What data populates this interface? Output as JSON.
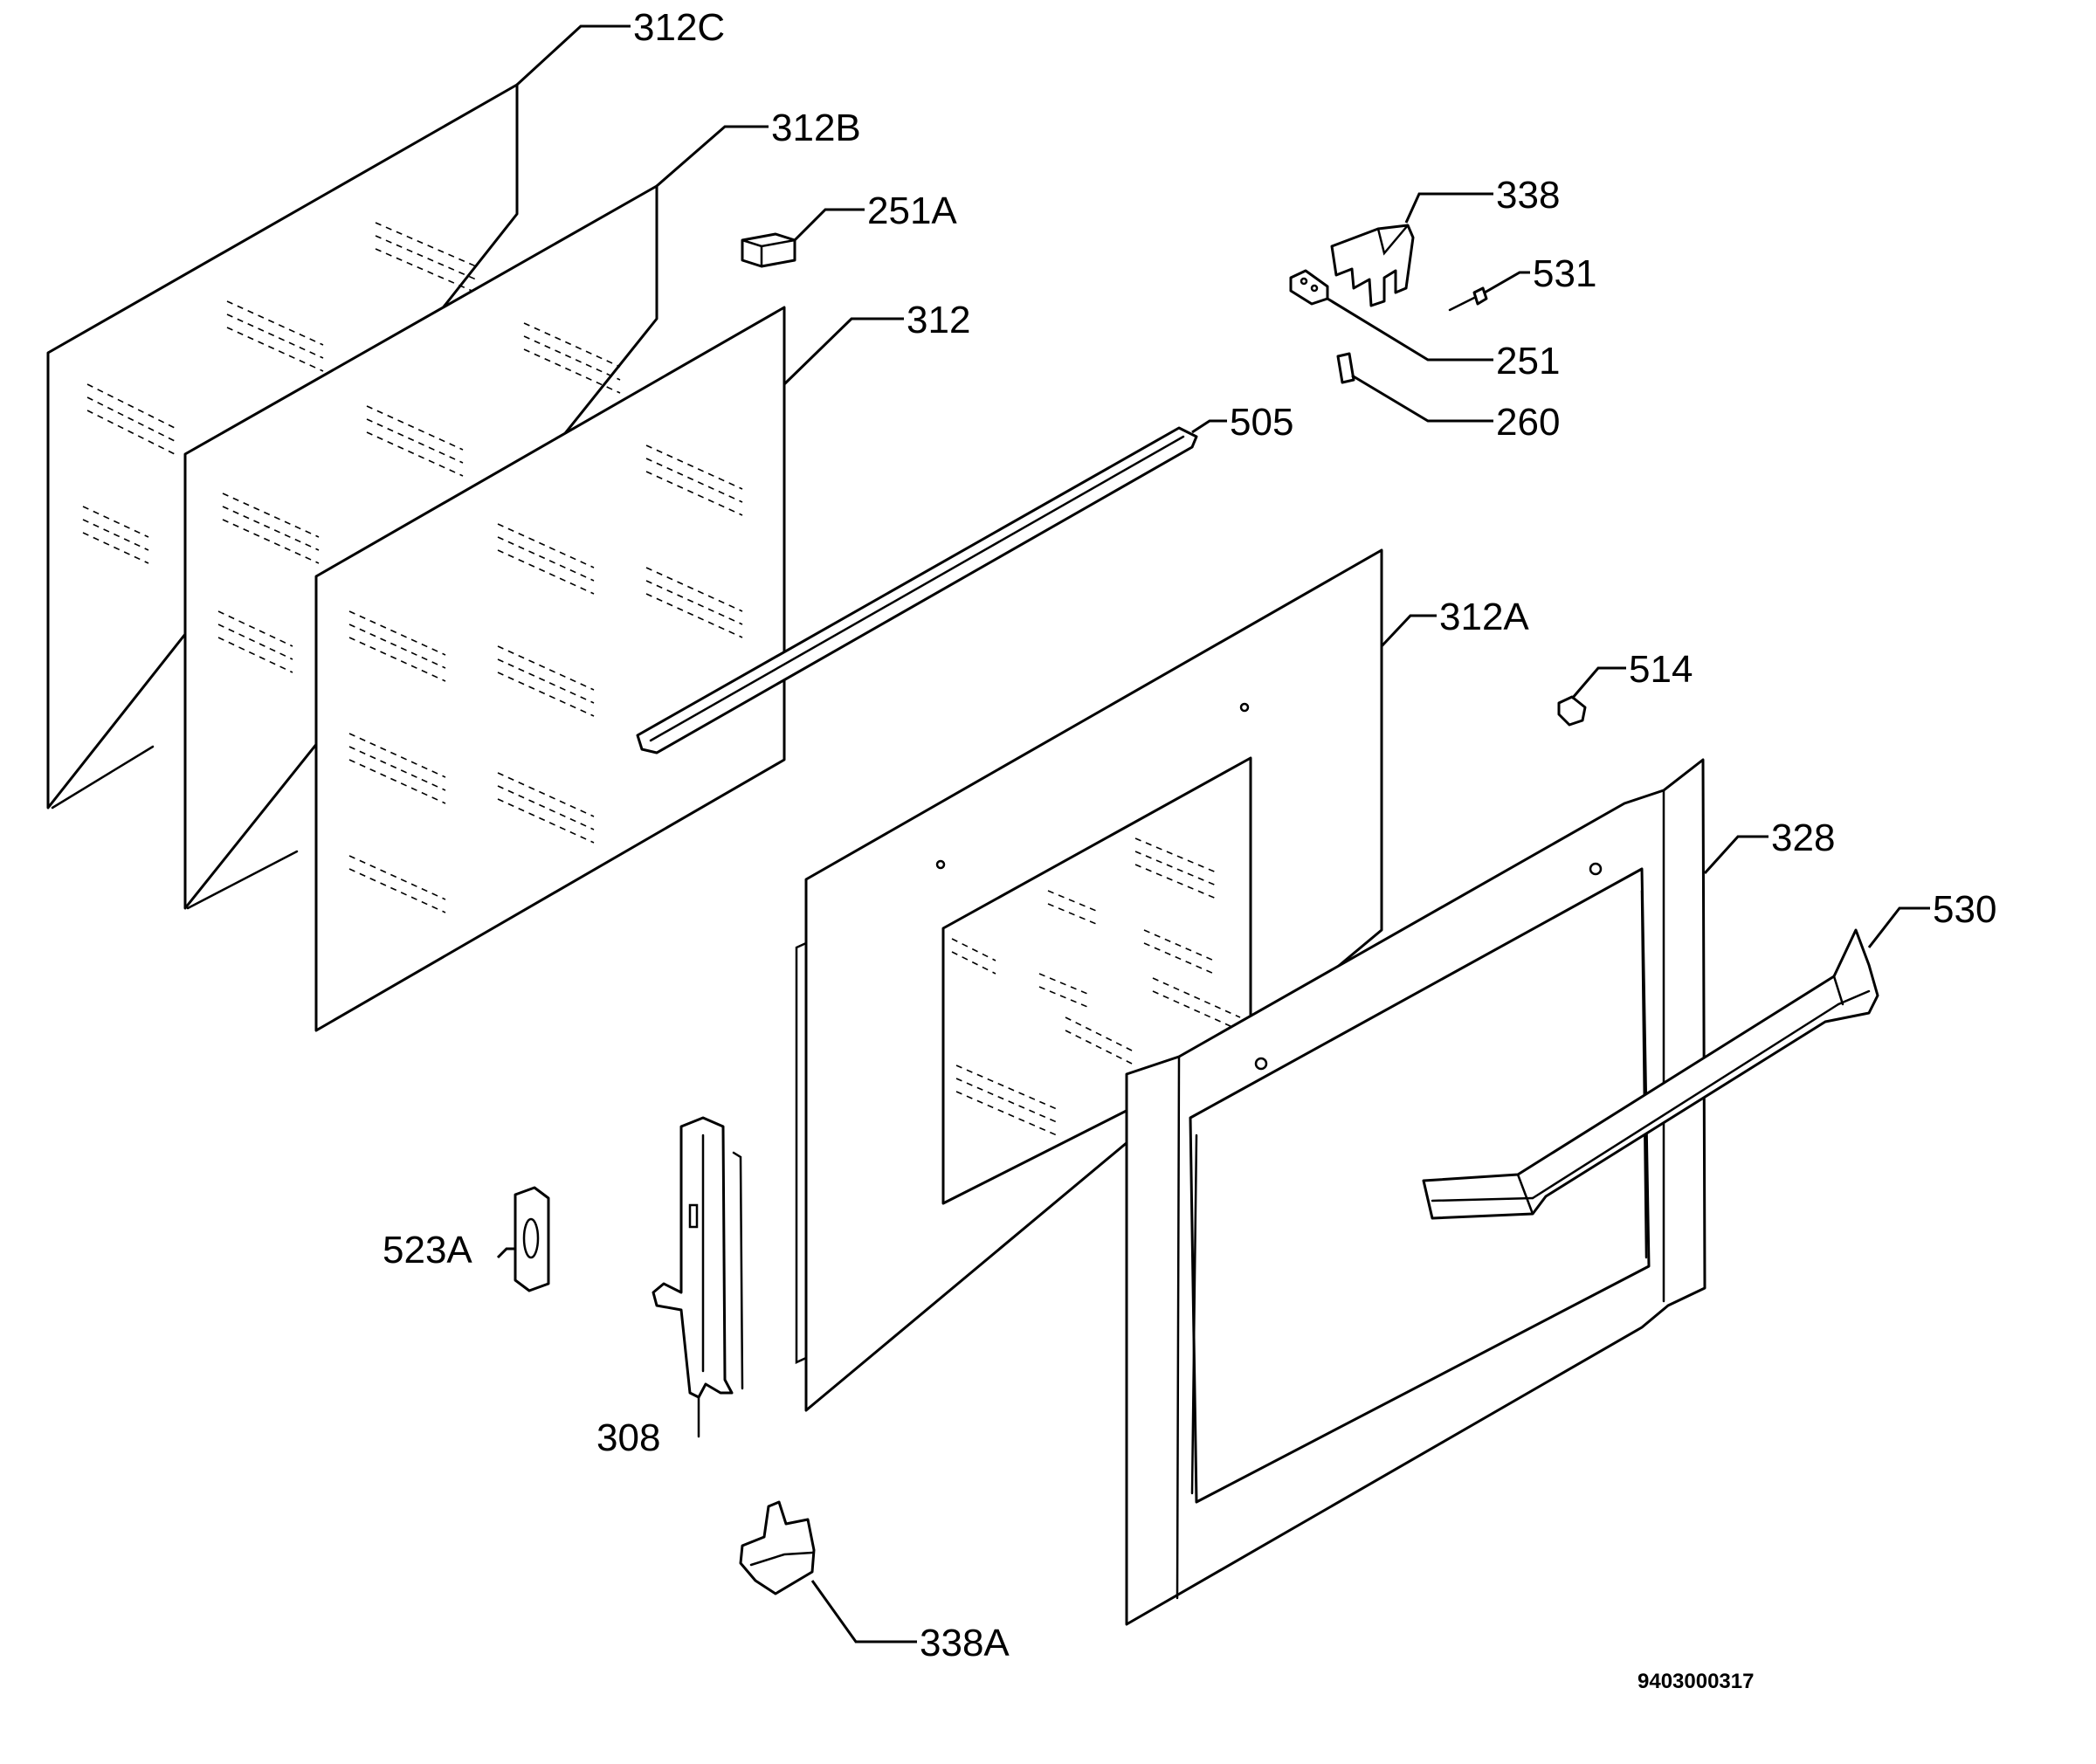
{
  "callouts": [
    {
      "id": "312c",
      "label": "312C"
    },
    {
      "id": "312b",
      "label": "312B"
    },
    {
      "id": "251a",
      "label": "251A"
    },
    {
      "id": "312",
      "label": "312"
    },
    {
      "id": "338",
      "label": "338"
    },
    {
      "id": "531",
      "label": "531"
    },
    {
      "id": "251",
      "label": "251"
    },
    {
      "id": "260",
      "label": "260"
    },
    {
      "id": "505",
      "label": "505"
    },
    {
      "id": "312a",
      "label": "312A"
    },
    {
      "id": "514",
      "label": "514"
    },
    {
      "id": "328",
      "label": "328"
    },
    {
      "id": "530",
      "label": "530"
    },
    {
      "id": "523a",
      "label": "523A"
    },
    {
      "id": "308",
      "label": "308"
    },
    {
      "id": "338a",
      "label": "338A"
    }
  ],
  "document_number": "9403000317"
}
